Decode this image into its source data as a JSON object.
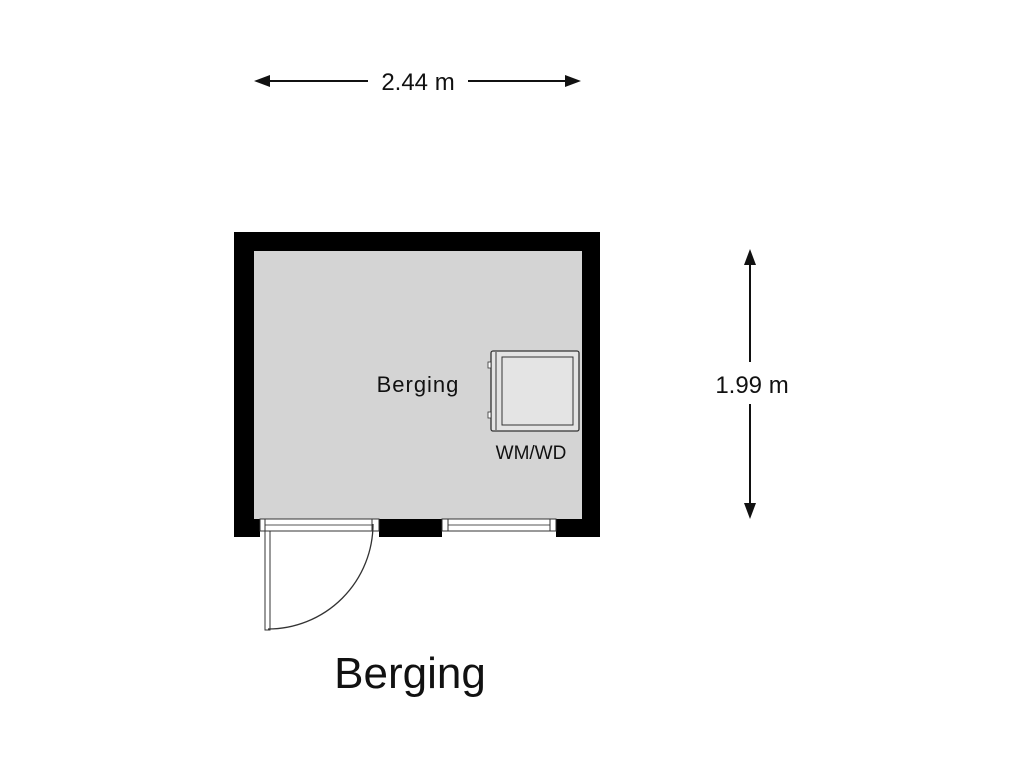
{
  "dimensions": {
    "width_label": "2.44 m",
    "height_label": "1.99 m"
  },
  "room": {
    "label": "Berging"
  },
  "appliance": {
    "label": "WM/WD"
  },
  "floor": {
    "title": "Berging"
  },
  "colors": {
    "wall": "#000000",
    "floor": "#d4d4d4",
    "appliance": "#e4e4e4",
    "line": "#111111"
  }
}
